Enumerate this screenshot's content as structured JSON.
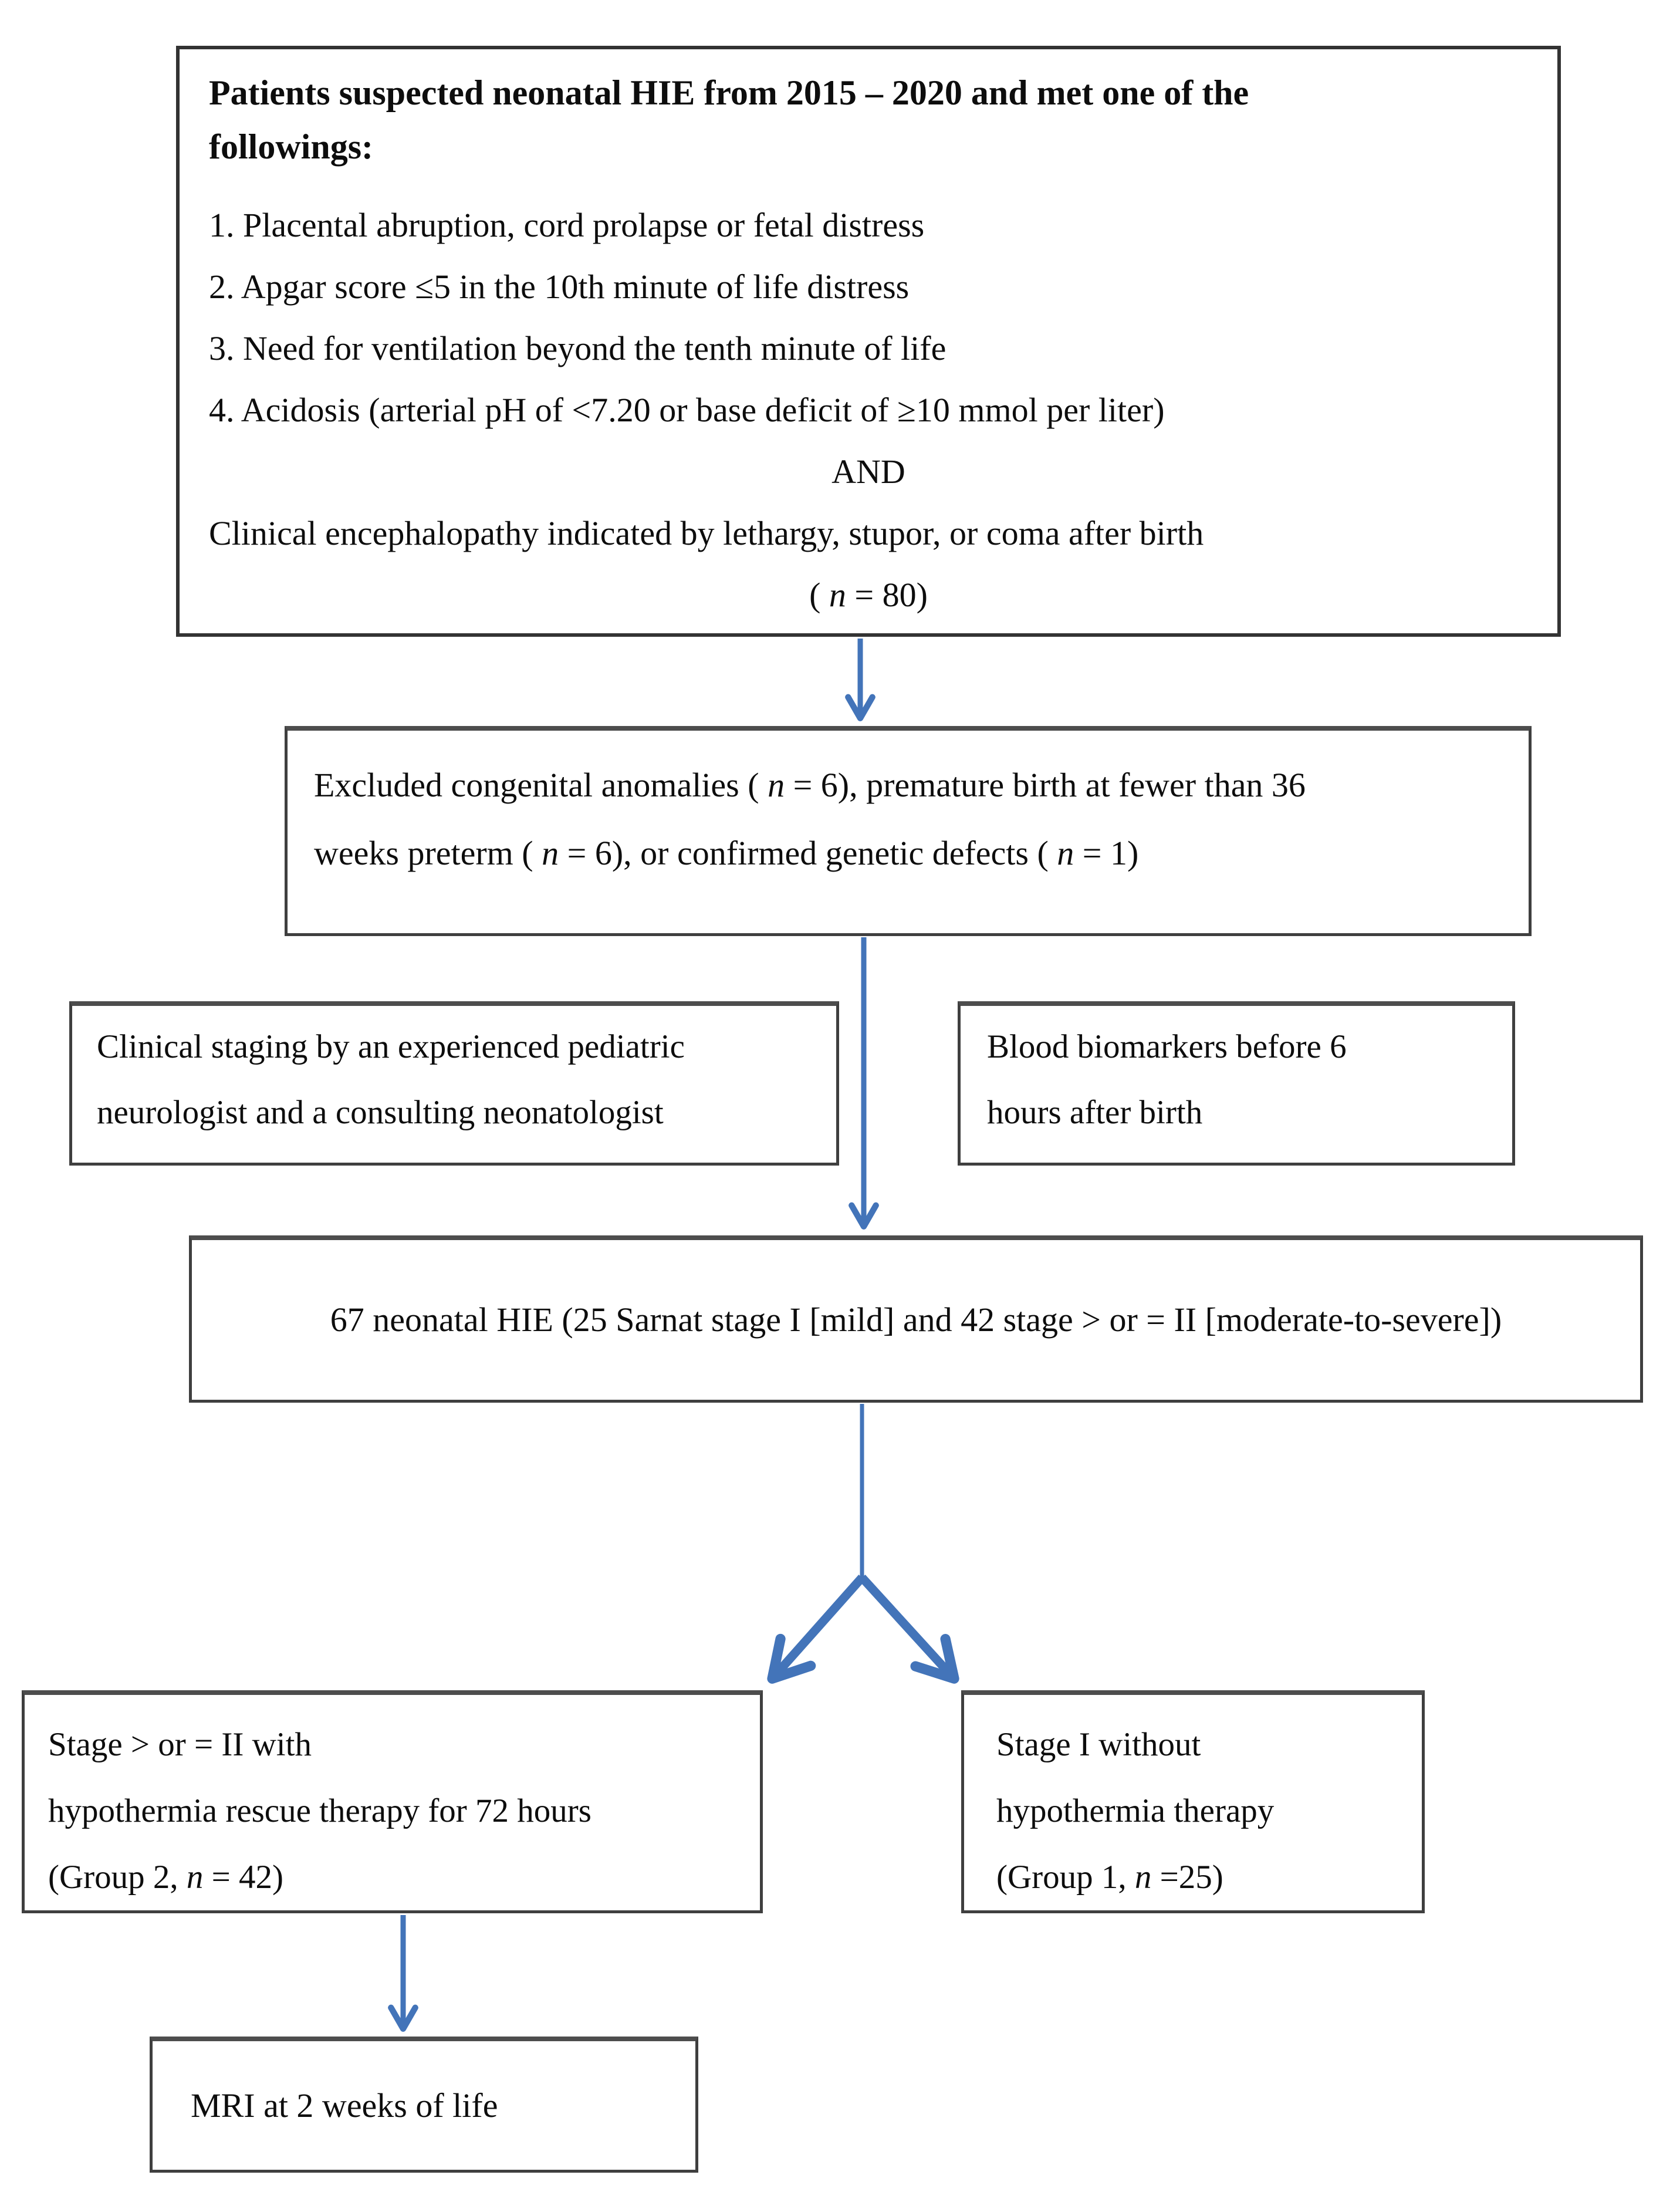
{
  "page": {
    "background": "#ffffff",
    "arrow_color": "#4374b9",
    "box_border_color": "#3f3f3f",
    "text_color": "#0d0d0d"
  },
  "criteria_box": {
    "title_lines": [
      "Patients suspected neonatal HIE from 2015 – 2020 and met one of the",
      "followings:"
    ],
    "items": [
      "1. Placental abruption, cord prolapse or fetal distress",
      "2. Apgar score ≤5 in the 10th minute of life distress",
      "3. Need for ventilation beyond the tenth minute of life",
      "4. Acidosis (arterial pH of <7.20 or base deficit of ≥10 mmol per liter)"
    ],
    "conjunction": "AND",
    "clinical_line": "Clinical encephalopathy indicated by lethargy, stupor, or coma after birth",
    "count_line": "( n = 80)"
  },
  "excluded_box": {
    "lines": [
      "Excluded congenital anomalies ( n = 6), premature birth at fewer than 36",
      "weeks preterm ( n = 6), or confirmed genetic defects ( n = 1)"
    ]
  },
  "staging_box": {
    "lines": [
      "Clinical staging by an experienced pediatric",
      "neurologist and a consulting neonatologist"
    ]
  },
  "biomarkers_box": {
    "lines": [
      "Blood biomarkers before 6",
      "hours after birth"
    ]
  },
  "hie_box": {
    "text": "67 neonatal HIE (25 Sarnat stage I [mild] and 42 stage > or = II [moderate-to-severe])"
  },
  "group2_box": {
    "lines": [
      "Stage > or = II with",
      "hypothermia rescue therapy for 72 hours",
      "(Group 2, n = 42)"
    ]
  },
  "group1_box": {
    "lines": [
      "Stage I without",
      "hypothermia therapy",
      "(Group 1, n =25)"
    ]
  },
  "mri_box": {
    "text": "MRI at 2 weeks of life"
  }
}
